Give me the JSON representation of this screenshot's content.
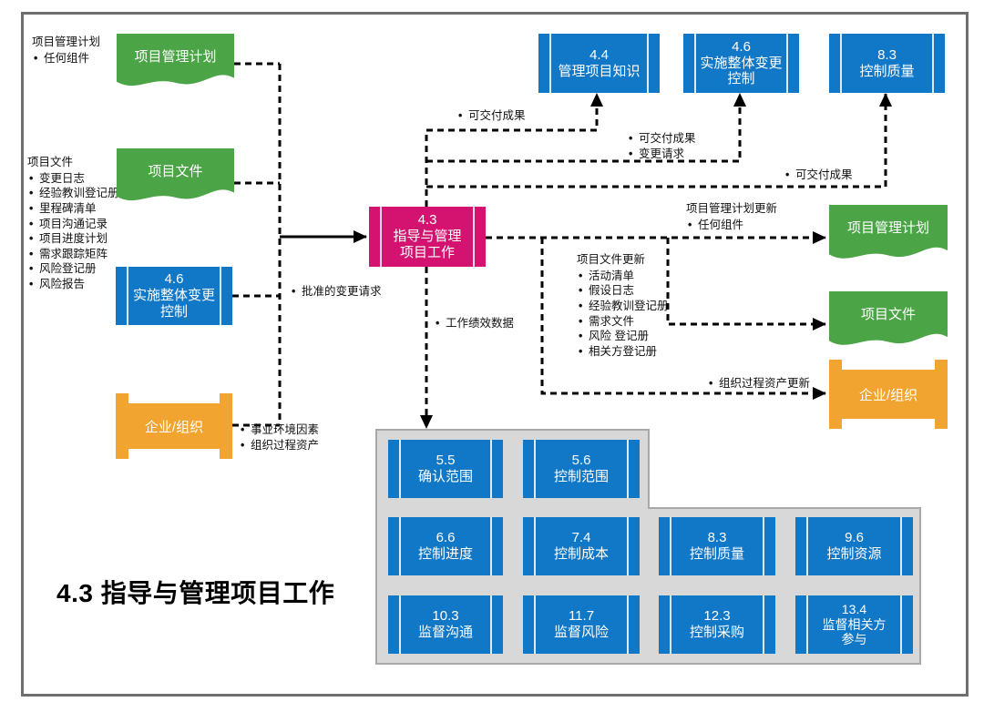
{
  "diagram": {
    "caption": "4.3 指导与管理项目工作",
    "colors": {
      "process_blue": "#1177c7",
      "highlight_magenta": "#d3136f",
      "doc_green": "#4ba546",
      "org_orange": "#f2a430",
      "group_gray": "#d8d8d8"
    },
    "inputs": {
      "pmp_note": {
        "title": "项目管理计划",
        "items": [
          "任何组件"
        ]
      },
      "docs_note": {
        "title": "项目文件",
        "items": [
          "变更日志",
          "经验教训登记册",
          "里程碑清单",
          "项目沟通记录",
          "项目进度计划",
          "需求跟踪矩阵",
          "风险登记册",
          "风险报告"
        ]
      },
      "approved_note": {
        "items": [
          "批准的变更请求"
        ]
      },
      "eef_note": {
        "items": [
          "事业环境因素",
          "组织过程资产"
        ]
      }
    },
    "nodes": {
      "flag_pmp_left": {
        "label": "项目管理计划"
      },
      "flag_docs_left": {
        "label": "项目文件"
      },
      "box_picc_left": {
        "num": "4.6",
        "name": "实施整体变更\n控制"
      },
      "org_left": {
        "label": "企业/组织"
      },
      "box_center": {
        "num": "4.3",
        "name": "指导与管理\n项目工作"
      },
      "box_manage_knowledge": {
        "num": "4.4",
        "name": "管理项目知识"
      },
      "box_picc_top": {
        "num": "4.6",
        "name": "实施整体变更\n控制"
      },
      "box_quality_top": {
        "num": "8.3",
        "name": "控制质量"
      },
      "flag_pmp_right": {
        "label": "项目管理计划"
      },
      "flag_docs_right": {
        "label": "项目文件"
      },
      "org_right": {
        "label": "企业/组织"
      }
    },
    "outputs": {
      "deliv_to_44": {
        "items": [
          "可交付成果"
        ]
      },
      "deliv_to_46": {
        "items": [
          "可交付成果",
          "变更请求"
        ]
      },
      "deliv_to_83": {
        "items": [
          "可交付成果"
        ]
      },
      "work_perf": {
        "items": [
          "工作绩效数据"
        ]
      },
      "pmp_updates": {
        "title": "项目管理计划更新",
        "items": [
          "任何组件"
        ]
      },
      "doc_updates": {
        "title": "项目文件更新",
        "items": [
          "活动清单",
          "假设日志",
          "经验教训登记册",
          "需求文件",
          "风险 登记册",
          "相关方登记册"
        ]
      },
      "opa_updates": {
        "items": [
          "组织过程资产更新"
        ]
      }
    },
    "monitoring_group": {
      "rows": [
        [
          {
            "num": "5.5",
            "name": "确认范围"
          },
          {
            "num": "5.6",
            "name": "控制范围"
          }
        ],
        [
          {
            "num": "6.6",
            "name": "控制进度"
          },
          {
            "num": "7.4",
            "name": "控制成本"
          },
          {
            "num": "8.3",
            "name": "控制质量"
          },
          {
            "num": "9.6",
            "name": "控制资源"
          }
        ],
        [
          {
            "num": "10.3",
            "name": "监督沟通"
          },
          {
            "num": "11.7",
            "name": "监督风险"
          },
          {
            "num": "12.3",
            "name": "控制采购"
          },
          {
            "num": "13.4",
            "name": "监督相关方\n参与"
          }
        ]
      ]
    }
  }
}
